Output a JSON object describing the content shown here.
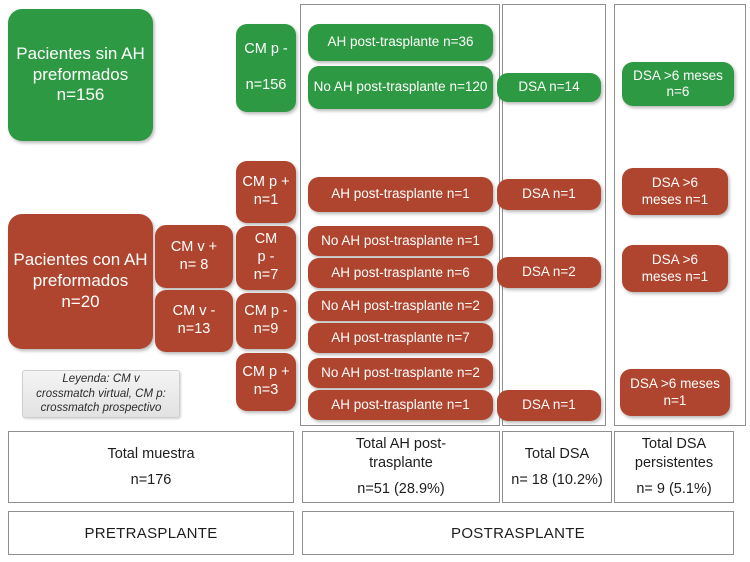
{
  "columns": {
    "ah_post_frame": "AH post-trasplante column",
    "dsa_frame": "DSA column",
    "dsa_persist_frame": "DSA persistentes column"
  },
  "nodes": {
    "pacientes_sin_ah": "Pacientes sin AH\npreformados\nn=156",
    "cm_p_neg_156": "CM p -\n\nn=156",
    "ah_post_36": "AH post-trasplante n=36",
    "no_ah_post_120": "No AH post-trasplante n=120",
    "dsa_14": "DSA n=14",
    "dsa_6m_6": "DSA >6 meses\nn=6",
    "pacientes_con_ah": "Pacientes con AH\npreformados\nn=20",
    "cm_v_pos_8": "CM v +\nn= 8",
    "cm_v_neg_13": "CM v -\nn=13",
    "cm_p_pos_1": "CM p +\nn=1",
    "cm_p_neg_7": "CM\np -\nn=7",
    "cm_p_neg_9": "CM p -\nn=9",
    "cm_p_pos_3": "CM p +\nn=3",
    "ah_post_1a": "AH post-trasplante n=1",
    "no_ah_post_1": "No AH post-trasplante n=1",
    "ah_post_6": "AH post-trasplante n=6",
    "no_ah_post_2a": "No AH post-trasplante n=2",
    "ah_post_7": "AH post-trasplante n=7",
    "no_ah_post_2b": "No AH post-trasplante n=2",
    "ah_post_1b": "AH post-trasplante n=1",
    "dsa_1a": "DSA n=1",
    "dsa_2": "DSA n=2",
    "dsa_1b": "DSA n=1",
    "dsa_6m_1a": "DSA >6\nmeses n=1",
    "dsa_6m_1b": "DSA >6\nmeses n=1",
    "dsa_6m_1c": "DSA >6 meses\nn=1"
  },
  "legend": {
    "text": "Leyenda: CM v\ncrossmatch virtual, CM p:\ncrossmatch prospectivo"
  },
  "totals": {
    "muestra_label": "Total muestra",
    "muestra_value": "n=176",
    "ah_post_label": "Total AH post-\ntrasplante",
    "ah_post_value": "n=51 (28.9%)",
    "dsa_label": "Total DSA",
    "dsa_value": "n= 18 (10.2%)",
    "dsa_persist_label": "Total DSA\npersistentes",
    "dsa_persist_value": "n= 9 (5.1%)"
  },
  "phases": {
    "pre": "PRETRASPLANTE",
    "post": "POSTRASPLANTE"
  },
  "colors": {
    "green": "#2d9942",
    "red": "#b0452f",
    "frame": "#8f8f8f",
    "text_on_node": "#ffffff",
    "text_dark": "#1d1d1d"
  }
}
